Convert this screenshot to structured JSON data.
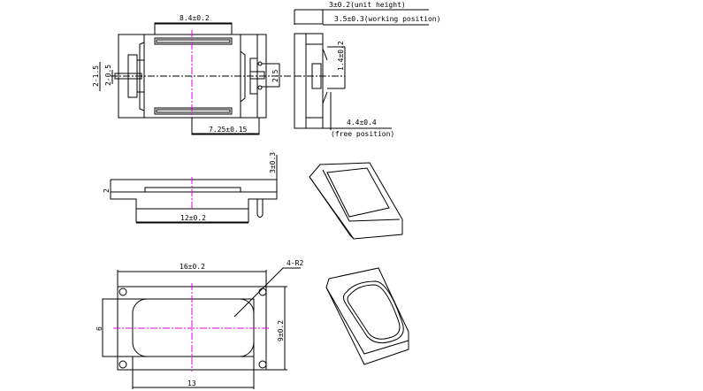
{
  "drawing": {
    "top_view": {
      "width_slot": "8.4±0.2",
      "offset": "7.25±0.15",
      "pin_pitch": "2-1.5",
      "pin_width": "2-0.5",
      "terminal": "2.5"
    },
    "side_view": {
      "unit_height": "3±0.2(unit height)",
      "working": "3.5±0.3(working position)",
      "spring": "1.4±0.2",
      "free": "4.4±0.4",
      "free_label": "(free position)"
    },
    "front_view": {
      "height": "3±0.3",
      "flange": "2",
      "base": "12±0.2"
    },
    "bottom_view": {
      "length": "16±0.2",
      "radius": "4-R2",
      "window_h": "6",
      "width": "9±0.2",
      "window_w": "13"
    },
    "colors": {
      "line": "#000000",
      "centerline": "#e000e0"
    }
  }
}
